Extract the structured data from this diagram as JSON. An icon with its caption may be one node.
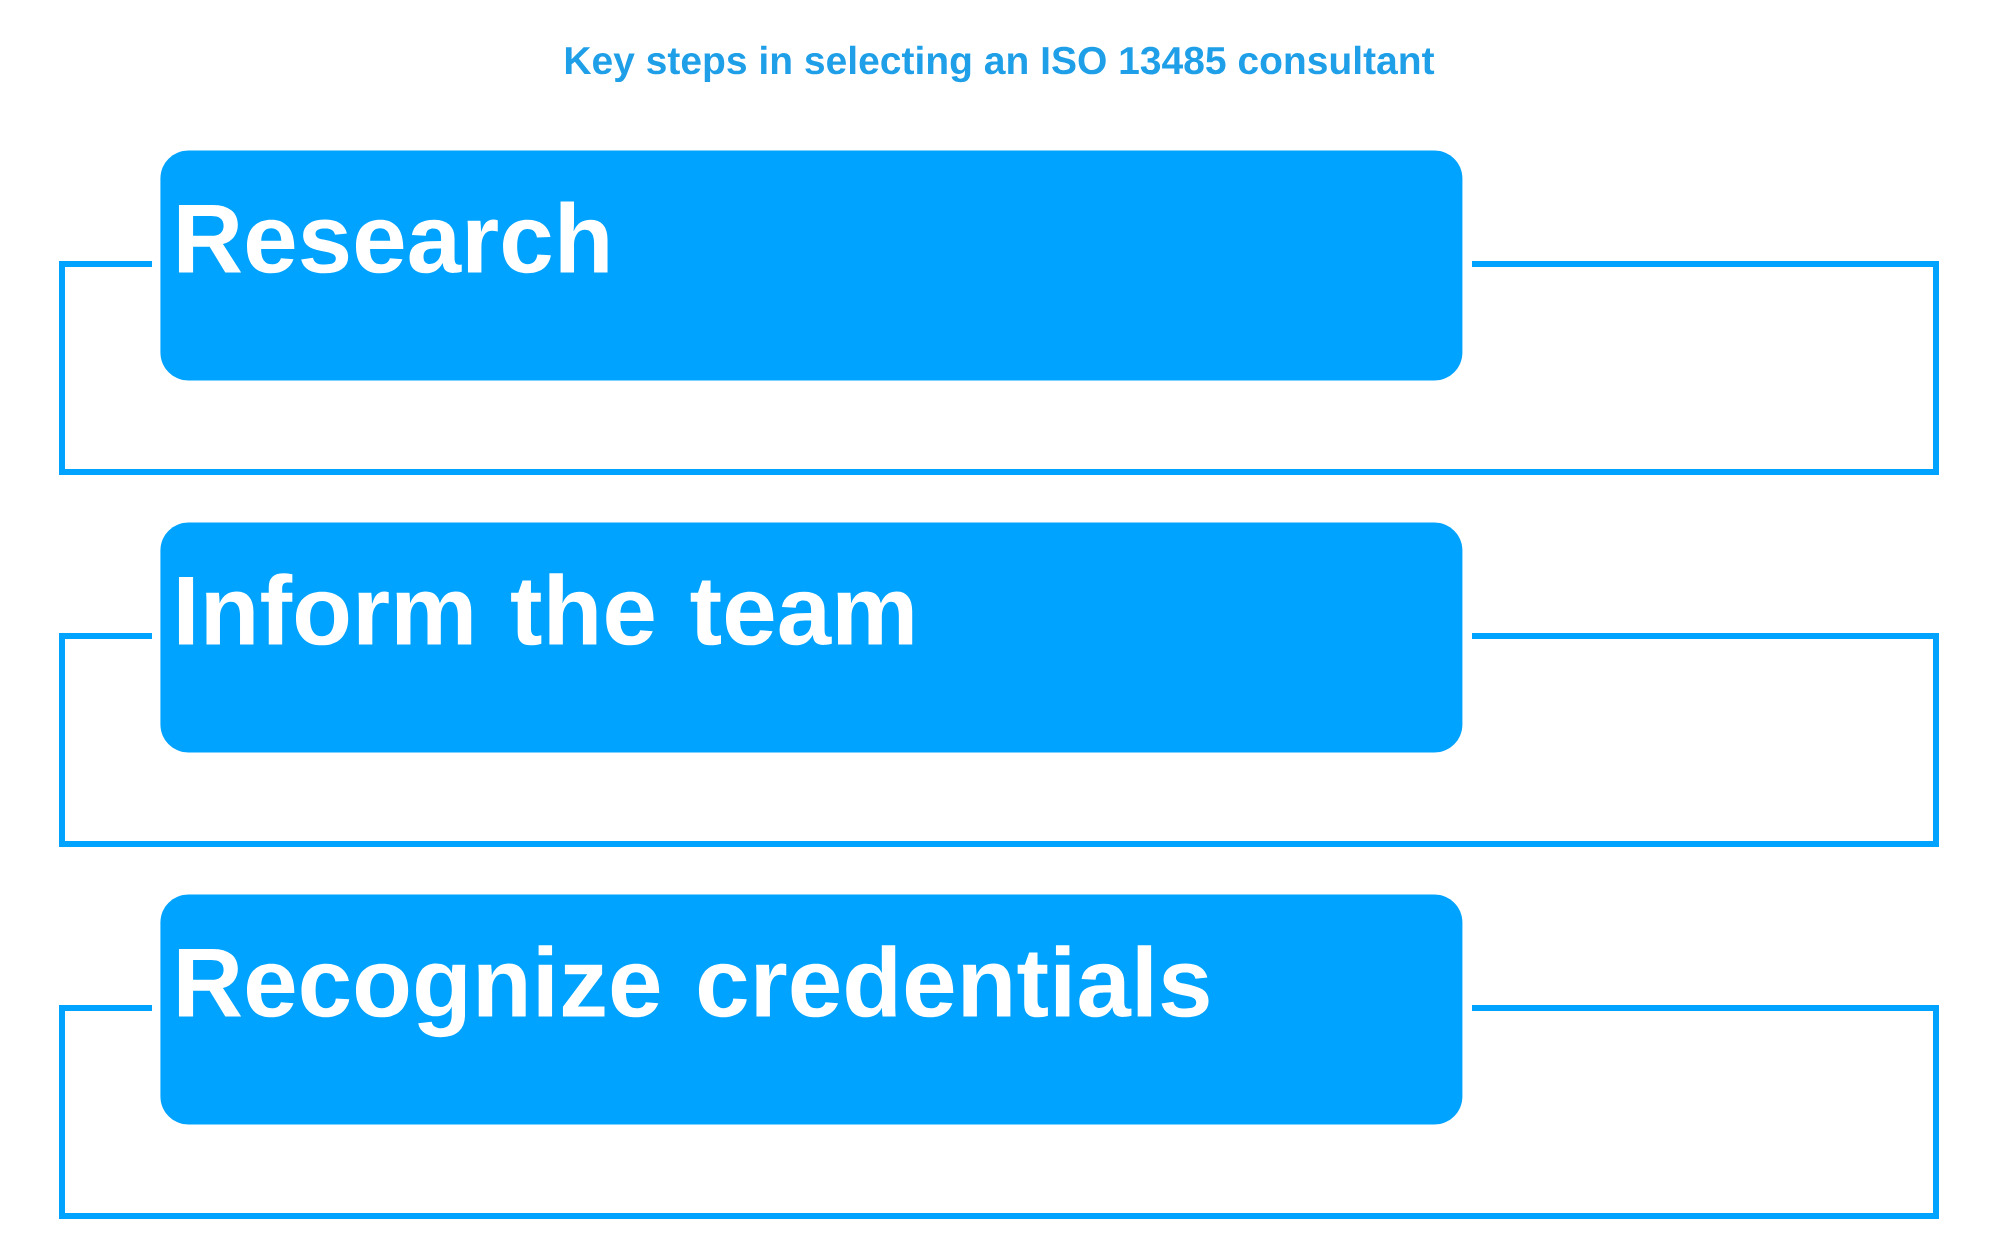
{
  "diagram": {
    "title": "Key steps in selecting an ISO 13485 consultant",
    "nodes": [
      {
        "text": [
          "Research"
        ]
      },
      {
        "text": [
          "Inform the team"
        ]
      },
      {
        "text": [
          "Recognize credentials"
        ]
      }
    ]
  }
}
